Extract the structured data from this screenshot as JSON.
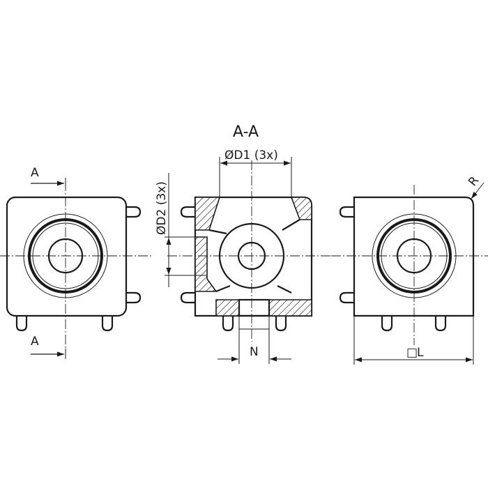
{
  "labels": {
    "section_arrow_top": "A",
    "section_arrow_bottom": "A",
    "section_title": "A-A",
    "dim_d1": "ØD1 (3x)",
    "dim_d2": "ØD2 (3x)",
    "dim_n": "N",
    "dim_l_square": "□",
    "dim_l": "L",
    "dim_r": "R"
  }
}
